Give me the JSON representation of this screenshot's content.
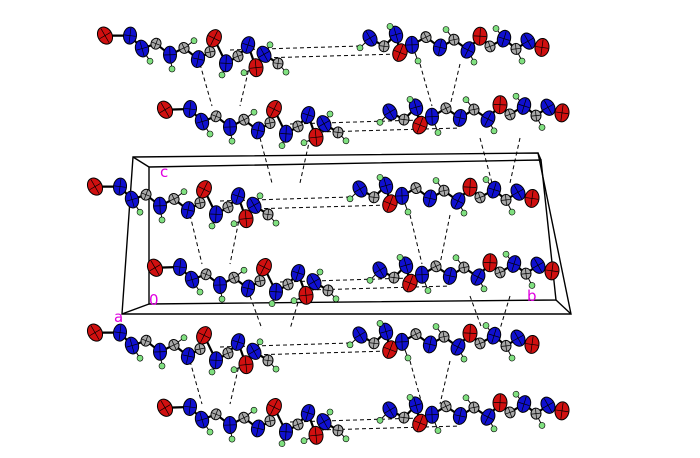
{
  "figure": {
    "kind": "crystal packing diagram (ORTEP-style thermal ellipsoids)",
    "axis_labels": {
      "a": "a",
      "b": "b",
      "c": "c",
      "origin": "0"
    },
    "colors": {
      "background": "#ffffff",
      "bond": "#000000",
      "hbond": "#000000",
      "cell": "#000000",
      "axis_label": "#e000e0",
      "atom_N": "#1010d0",
      "atom_O": "#d01010",
      "atom_C": "#a8a8a8",
      "atom_H": "#80e080"
    },
    "layers": [
      {
        "id": "layer-1",
        "molecules": 2
      },
      {
        "id": "layer-2",
        "molecules": 2
      },
      {
        "id": "layer-3",
        "molecules": 2
      },
      {
        "id": "layer-4",
        "molecules": 2
      },
      {
        "id": "layer-5",
        "molecules": 2
      },
      {
        "id": "layer-6",
        "molecules": 2
      }
    ]
  }
}
